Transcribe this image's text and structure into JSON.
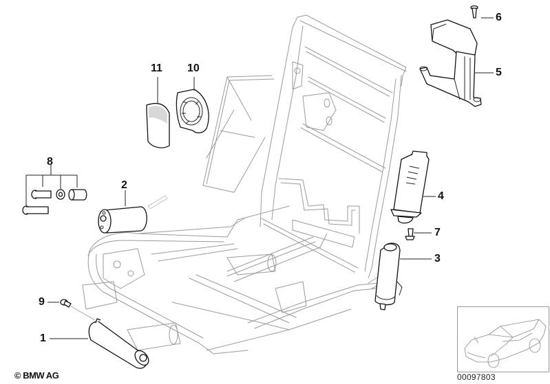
{
  "diagram": {
    "title": "Seat frame with adjustment motors (exploded view)",
    "callouts": [
      {
        "id": "1",
        "label": "1",
        "part": "seat-motor-lower"
      },
      {
        "id": "2",
        "label": "2",
        "part": "seat-motor-cylinder"
      },
      {
        "id": "3",
        "label": "3",
        "part": "seat-motor-backrest-lower"
      },
      {
        "id": "4",
        "label": "4",
        "part": "seat-motor-backrest-upper"
      },
      {
        "id": "5",
        "label": "5",
        "part": "headrest-motor-bracket"
      },
      {
        "id": "6",
        "label": "6",
        "part": "screw"
      },
      {
        "id": "7",
        "label": "7",
        "part": "screw"
      },
      {
        "id": "8",
        "label": "8",
        "part": "hardware-kit"
      },
      {
        "id": "9",
        "label": "9",
        "part": "screw"
      },
      {
        "id": "10",
        "label": "10",
        "part": "grommet-ring"
      },
      {
        "id": "11",
        "label": "11",
        "part": "pad"
      }
    ]
  },
  "footer": {
    "copyright": "© BMW AG",
    "document_number": "00097803"
  },
  "thumbnail": {
    "subject": "car-overview-icon"
  }
}
